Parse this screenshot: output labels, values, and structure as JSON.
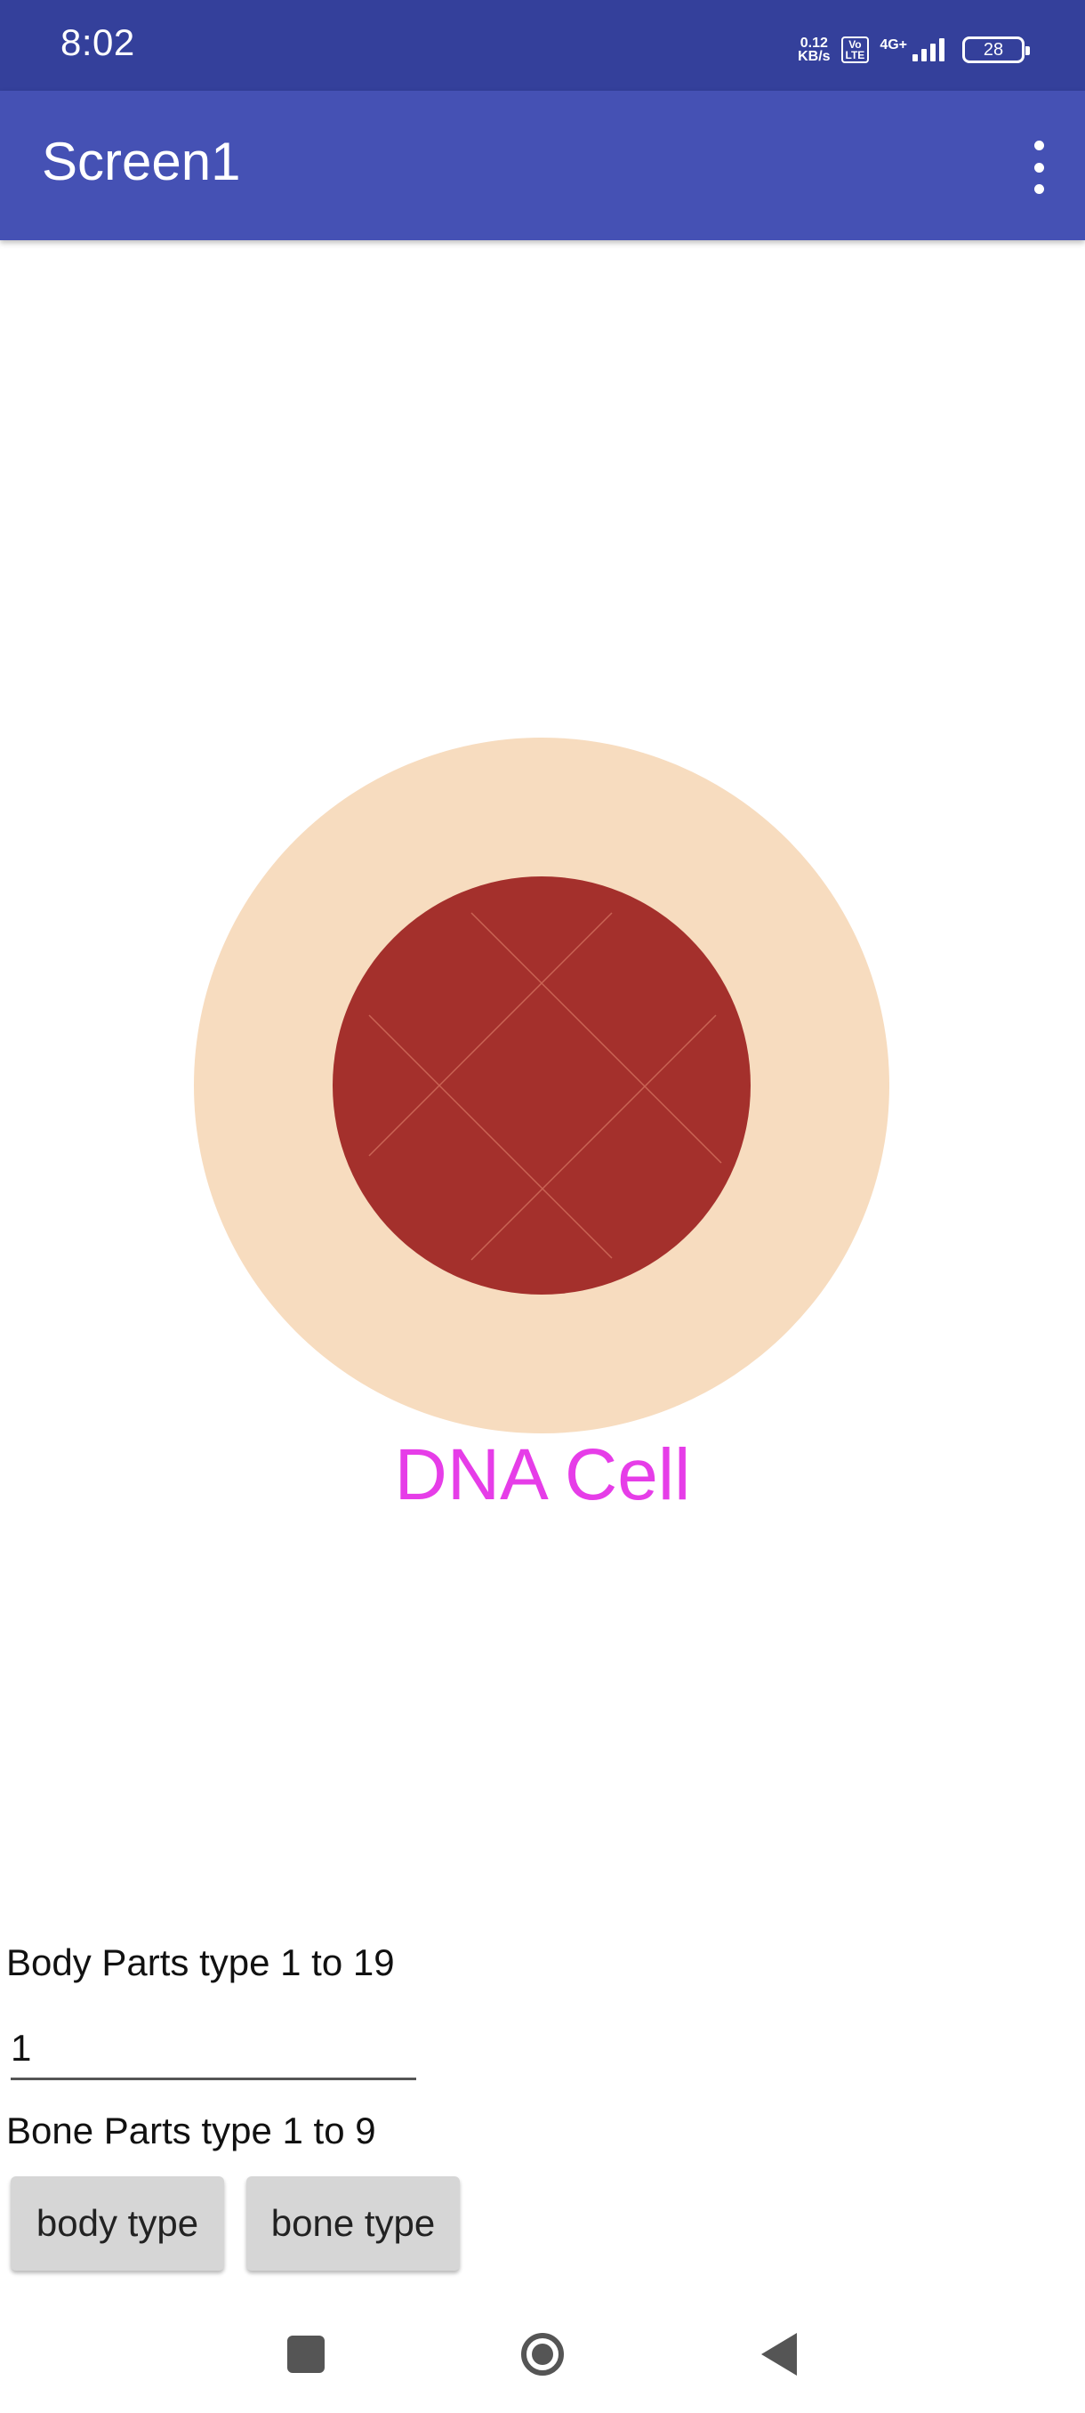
{
  "colors": {
    "status_bar": "#34409b",
    "app_bar": "#4551b4",
    "cell_outer": "#f7dcbf",
    "cell_nucleus": "#a4302c",
    "cell_lines": "#c96455",
    "caption": "#e63de8"
  },
  "status_bar": {
    "time": "8:02",
    "net_speed_value": "0.12",
    "net_speed_unit": "KB/s",
    "volte_top": "Vo",
    "volte_bottom": "LTE",
    "network_type": "4G+",
    "battery_level": "28"
  },
  "app_bar": {
    "title": "Screen1",
    "menu_icon": "more-vert-icon"
  },
  "canvas": {
    "caption": "DNA Cell"
  },
  "form": {
    "body_label": "Body Parts type 1 to 19",
    "body_input_value": "1",
    "bone_label": "Bone Parts type 1 to 9",
    "body_button_label": "body type",
    "bone_button_label": "bone type"
  },
  "nav_bar": {
    "recents_icon": "square-icon",
    "home_icon": "circle-home-icon",
    "back_icon": "triangle-back-icon"
  }
}
